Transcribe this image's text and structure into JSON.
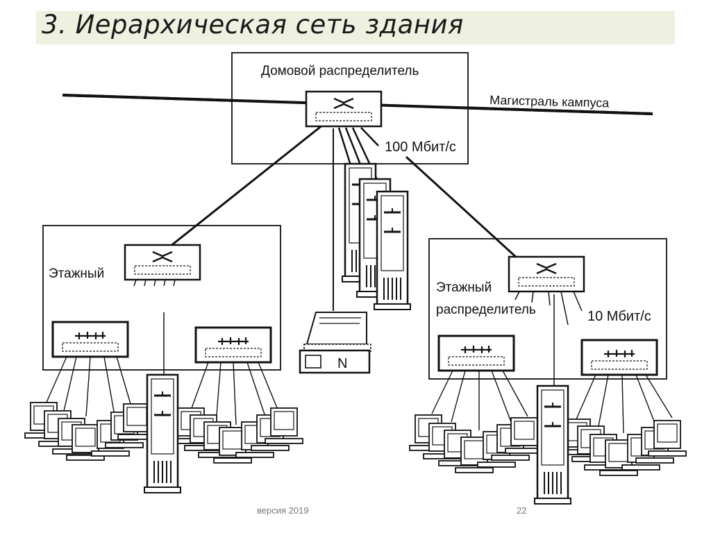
{
  "slide": {
    "title": "3. Иерархическая сеть здания",
    "version": "версия 2019",
    "page_number": "22"
  },
  "diagram": {
    "building_distributor_label": "Домовой распределитель",
    "campus_backbone_label": "Магистраль кампуса",
    "speed_100_label": "100 Мбит/с",
    "floor_left_label": "Этажный",
    "floor_right_label_line1": "Этажный",
    "floor_right_label_line2": "распределитель",
    "speed_10_label": "10 Мбит/с",
    "printer_label": "N"
  }
}
